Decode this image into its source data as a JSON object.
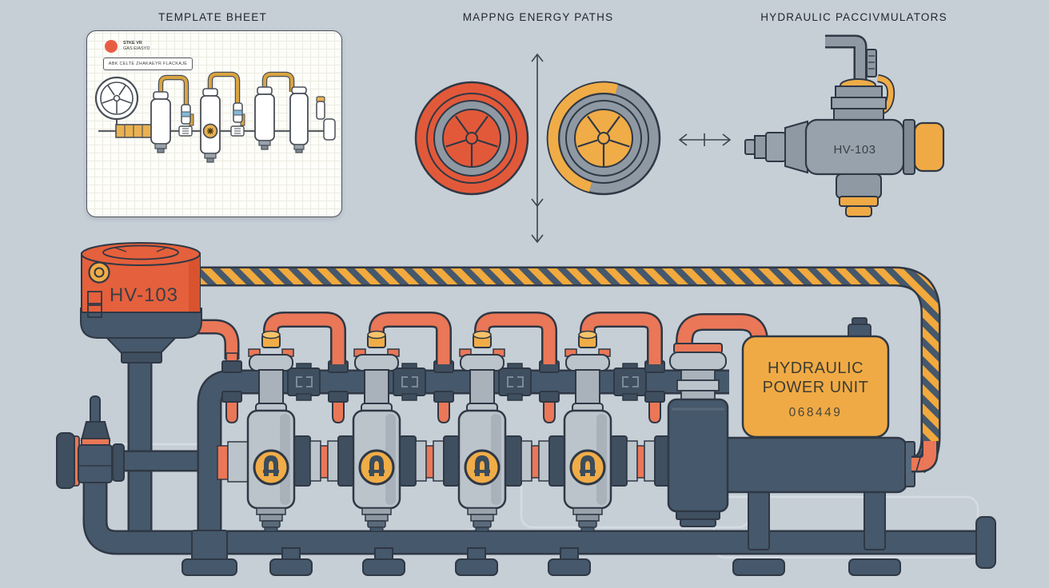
{
  "titles": {
    "template_sheet": "TEMPLATE BHEET",
    "mapping": "MAPPNG ENERGY PATHS",
    "accumulators": "HYDRAULIC PACCIVMULATORS"
  },
  "template_card": {
    "note_line1": "STKE VR",
    "note_line2": "GAS EIASYD",
    "spec_label": "ABK CELTE ZHAKAEYR FLACKAJE"
  },
  "valve_detail": {
    "tag": "HV-103"
  },
  "tank": {
    "tag": "HV-103"
  },
  "power_unit": {
    "name_line1": "HYDRAULIC",
    "name_line2": "POWER UNIT",
    "serial": "068449"
  },
  "colors": {
    "background": "#c6ced6",
    "slate": "#46586b",
    "slate_dark": "#2f3845",
    "orange_tank": "#e5603c",
    "orange_pipe": "#ea7757",
    "yellow": "#f0ac47",
    "hazard_yellow": "#f2a93d",
    "steel_light": "#bcc4cb",
    "steel_mid": "#8e99a4",
    "card_bg": "#fdfdf9"
  }
}
